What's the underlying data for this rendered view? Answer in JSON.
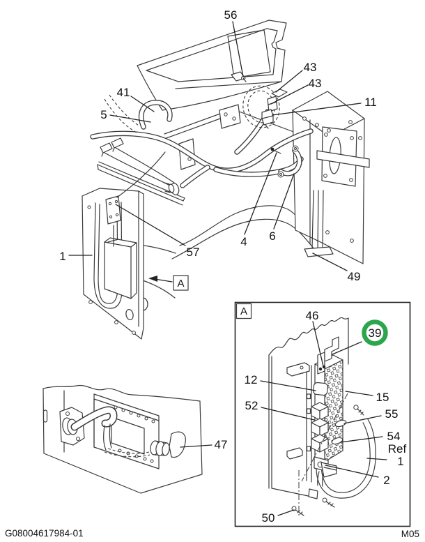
{
  "figure_type": "parts-assembly-diagram",
  "callouts": {
    "c56": "56",
    "c43a": "43",
    "c43b": "43",
    "c41": "41",
    "c5": "5",
    "c11": "11",
    "c1": "1",
    "c57": "57",
    "c4": "4",
    "c6": "6",
    "c49": "49",
    "c47": "47",
    "c46": "46",
    "c39": "39",
    "c12": "12",
    "c15": "15",
    "c52": "52",
    "c55": "55",
    "c54": "54",
    "cref": "Ref",
    "cref1": "1",
    "c2": "2",
    "c50": "50"
  },
  "markers": {
    "detail_arrow_label": "A",
    "detail_box_label": "A"
  },
  "footer": {
    "document_number": "G08004617984-01",
    "sheet_code": "M05"
  },
  "highlight": {
    "circled_callout": "39",
    "circle_color": "#2ca64c"
  }
}
